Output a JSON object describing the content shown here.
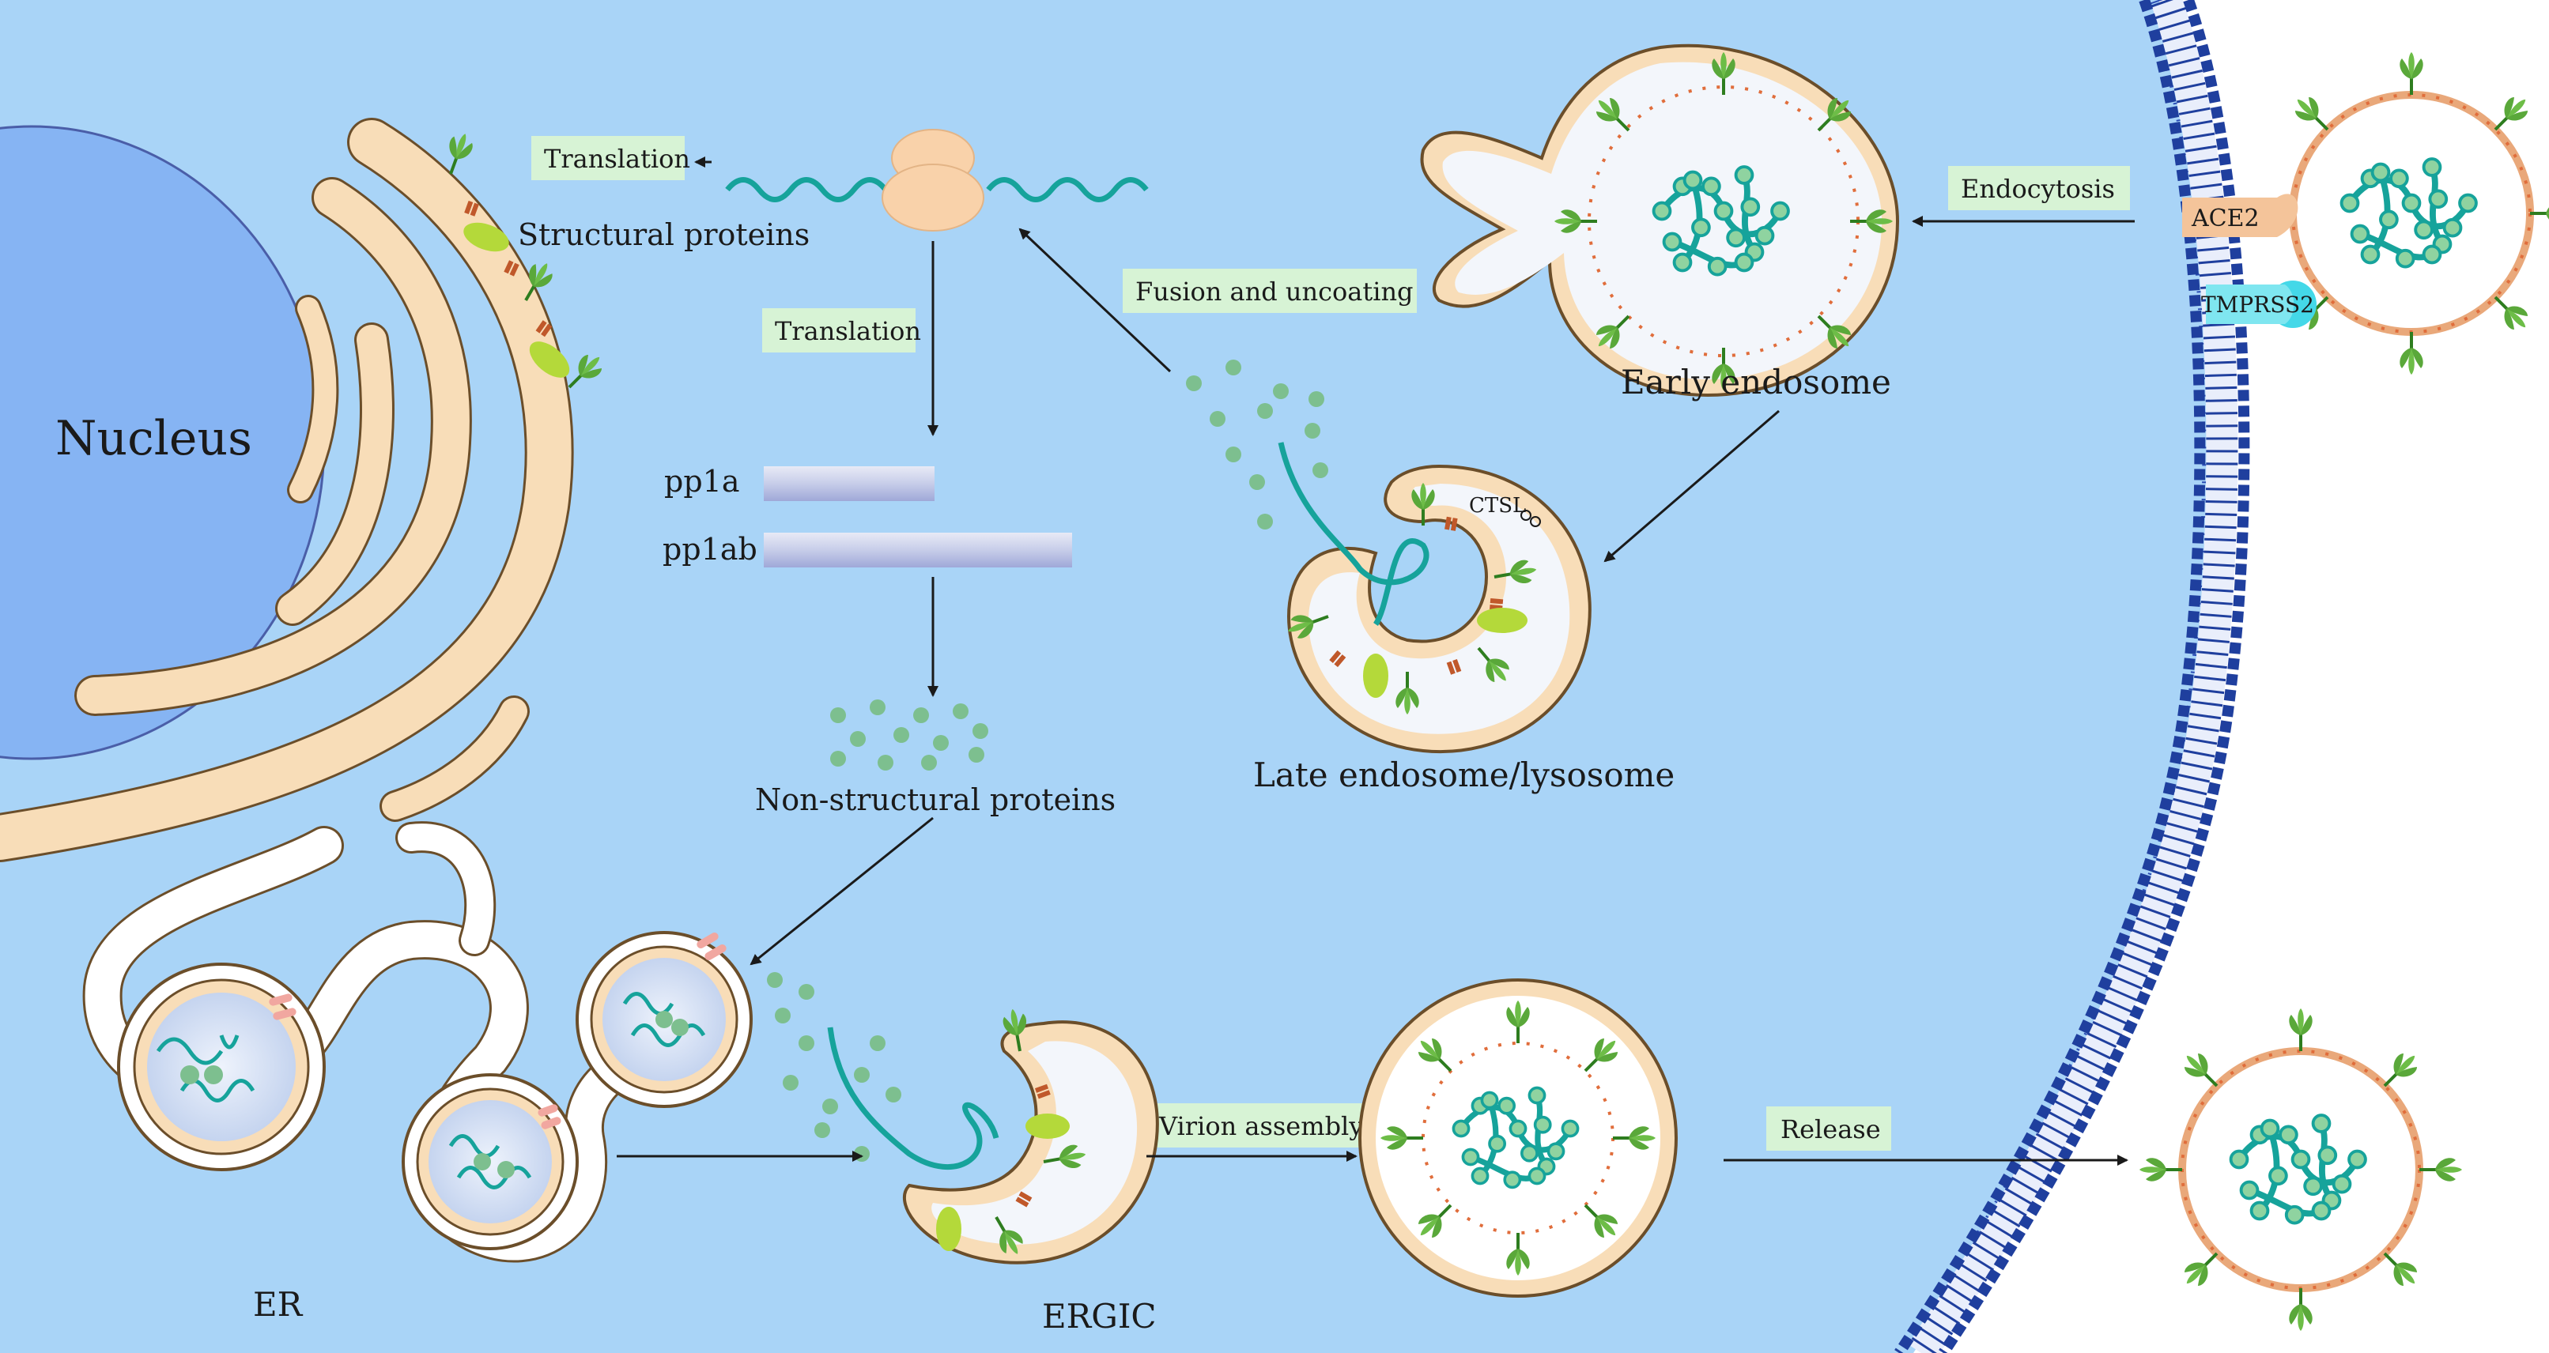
{
  "labels": {
    "nucleus": "Nucleus",
    "er": "ER",
    "ergic": "ERGIC",
    "structural_proteins": "Structural proteins",
    "pp1a": "pp1a",
    "pp1ab": "pp1ab",
    "non_structural_proteins": "Non-structural proteins",
    "early_endosome": "Early endosome",
    "late_endosome": "Late endosome/lysosome",
    "ace2": "ACE2",
    "tmprss2": "TMPRSS2",
    "ctsl": "CTSL"
  },
  "steps": {
    "translation_top": "Translation",
    "translation_mid": "Translation",
    "fusion": "Fusion and uncoating",
    "endocytosis": "Endocytosis",
    "virion_assembly": "Virion assembly",
    "release": "Release"
  },
  "colors": {
    "cytoplasm": "#a9d4f7",
    "nucleus": "#86b4f3",
    "membrane": "#f8ddb8",
    "label_box": "#d7f3d5",
    "rna": "#16a39b",
    "spike": "#5aa83a",
    "bilayer": "#1f3f9e"
  }
}
